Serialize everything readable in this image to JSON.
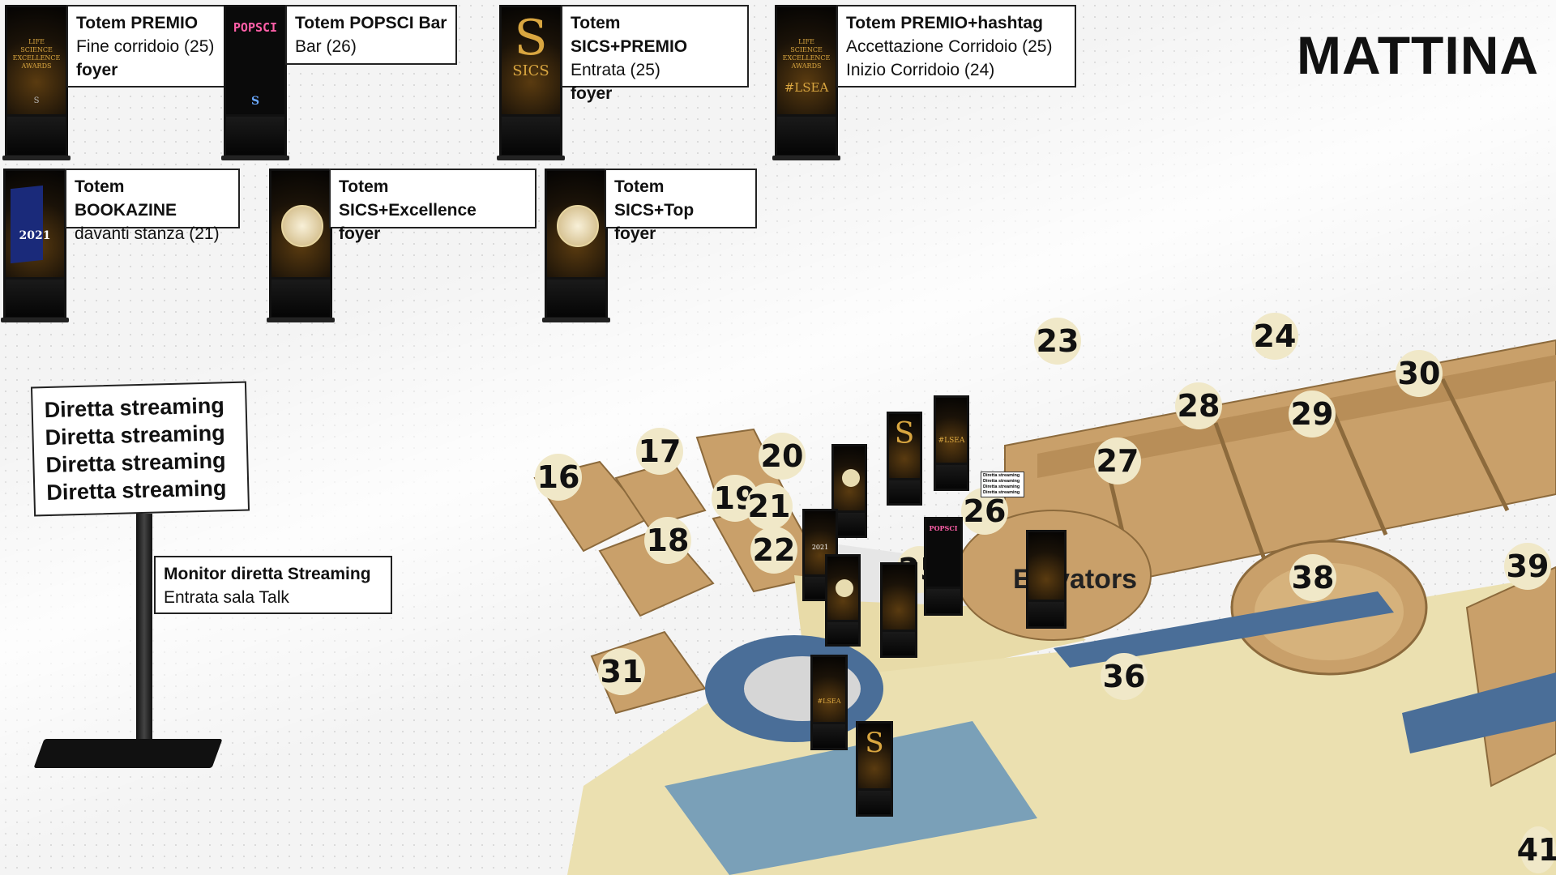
{
  "title": "MATTINA",
  "totems": [
    {
      "id": "premio",
      "l1": "Totem PREMIO",
      "l2": "Fine corridoio (25)",
      "l3": "foyer"
    },
    {
      "id": "popsci",
      "l1": "Totem POPSCI Bar",
      "l2": "Bar (26)",
      "l3": ""
    },
    {
      "id": "sics-premio",
      "l1": "Totem SICS+PREMIO",
      "l2": "Entrata (25)",
      "l3": "foyer"
    },
    {
      "id": "premio-hashtag",
      "l1": "Totem PREMIO+hashtag",
      "l2": "Accettazione Corridoio (25)",
      "l3": "Inizio Corridoio (24)"
    },
    {
      "id": "bookazine",
      "l1": "Totem BOOKAZINE",
      "l2": "davanti stanza (21)",
      "l3": ""
    },
    {
      "id": "sics-excellence",
      "l1": "Totem SICS+Excellence",
      "l2": "foyer",
      "l3": ""
    },
    {
      "id": "sics-top",
      "l1": "Totem SICS+Top",
      "l2": "foyer",
      "l3": ""
    }
  ],
  "screen_text": {
    "popsci": "POPSCI",
    "sics": "SICS",
    "hashtag": "#LSEA",
    "year": "2021",
    "awards": "LIFE SCIENCE EXCELLENCE AWARDS",
    "s_logo": "S"
  },
  "streaming": {
    "lines": [
      "Diretta streaming",
      "Diretta streaming",
      "Diretta streaming",
      "Diretta streaming"
    ],
    "label_l1": "Monitor diretta Streaming",
    "label_l2": "Entrata sala Talk"
  },
  "map": {
    "rooms": [
      "16",
      "17",
      "18",
      "19",
      "20",
      "21",
      "22",
      "23",
      "24",
      "25",
      "26",
      "27",
      "28",
      "29",
      "30",
      "31",
      "36",
      "38",
      "39",
      "41"
    ],
    "elevators": "Elevators"
  }
}
